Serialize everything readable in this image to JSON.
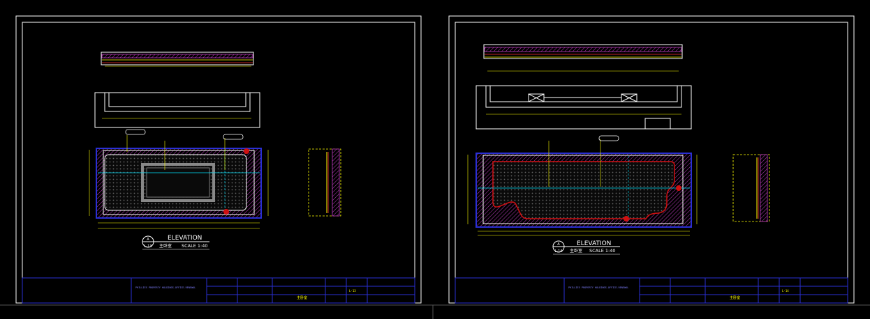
{
  "sheets": [
    {
      "drawing_title": "ELEVATION",
      "sheet_ref": "L-13",
      "label_cn": "主卧室",
      "scale": "SCALE 1:40",
      "marker_letter": "A",
      "title_block": {
        "project": "PHILLIES PROPERTY HOLDINGS-OFFICE-RENEWAL",
        "sheet_no": "L-13",
        "drawing_name": "主卧室"
      }
    },
    {
      "drawing_title": "ELEVATION",
      "sheet_ref": "L-14",
      "label_cn": "主卧室",
      "scale": "SCALE 1:40",
      "marker_letter": "A",
      "title_block": {
        "project": "PHILLIES PROPERTY HOLDINGS-OFFICE-RENEWAL",
        "sheet_no": "L-14",
        "drawing_name": "主卧室"
      }
    }
  ],
  "colors": {
    "background": "#000000",
    "frame": "#ffffff",
    "title_block": "#2a2fd4",
    "dimension": "#ffff00",
    "outline": "#ffffff",
    "wall": "#2a2fd4",
    "panel": "#d01010",
    "hatch": "#ff3cff",
    "centerline": "#00e5ff"
  }
}
